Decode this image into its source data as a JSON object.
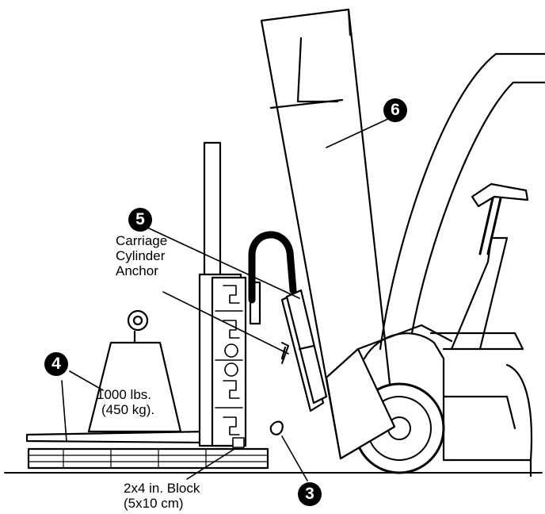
{
  "labels": {
    "carriage_cylinder_anchor": [
      "Carriage",
      "Cylinder",
      "Anchor"
    ],
    "weight": [
      "1000 lbs.",
      "(450 kg)."
    ],
    "block": [
      "2x4 in. Block",
      "(5x10 cm)"
    ]
  },
  "callouts": {
    "c3": "3",
    "c4": "4",
    "c5": "5",
    "c6": "6"
  }
}
